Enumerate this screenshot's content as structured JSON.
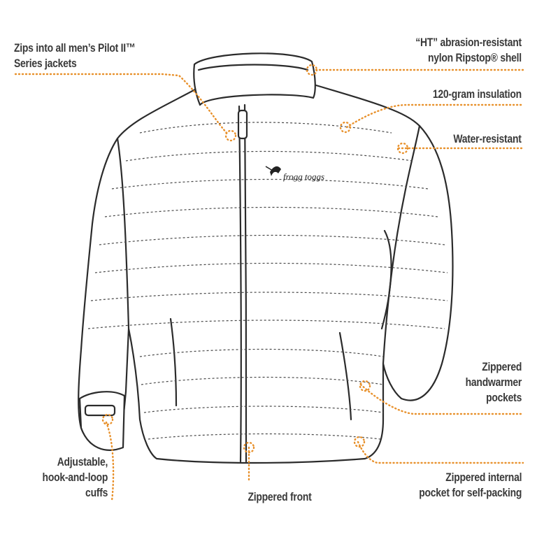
{
  "accent_color": "#e8912c",
  "outline_color": "#2b2b2b",
  "brand_logo": {
    "text": "frogg toggs",
    "icon": "frog-logo-icon"
  },
  "callouts": {
    "pilot": {
      "line1": "Zips into all men’s Pilot II™",
      "line2": "Series jackets"
    },
    "shell": {
      "line1": "“HT” abrasion-resistant",
      "line2": "nylon Ripstop® shell"
    },
    "insulation": {
      "line1": "120-gram insulation"
    },
    "water": {
      "line1": "Water-resistant"
    },
    "handwarmer": {
      "line1": "Zippered",
      "line2": "handwarmer",
      "line3": "pockets"
    },
    "internal": {
      "line1": "Zippered internal",
      "line2": "pocket for self-packing"
    },
    "front": {
      "line1": "Zippered front"
    },
    "cuffs": {
      "line1": "Adjustable,",
      "line2": "hook-and-loop",
      "line3": "cuffs"
    }
  }
}
